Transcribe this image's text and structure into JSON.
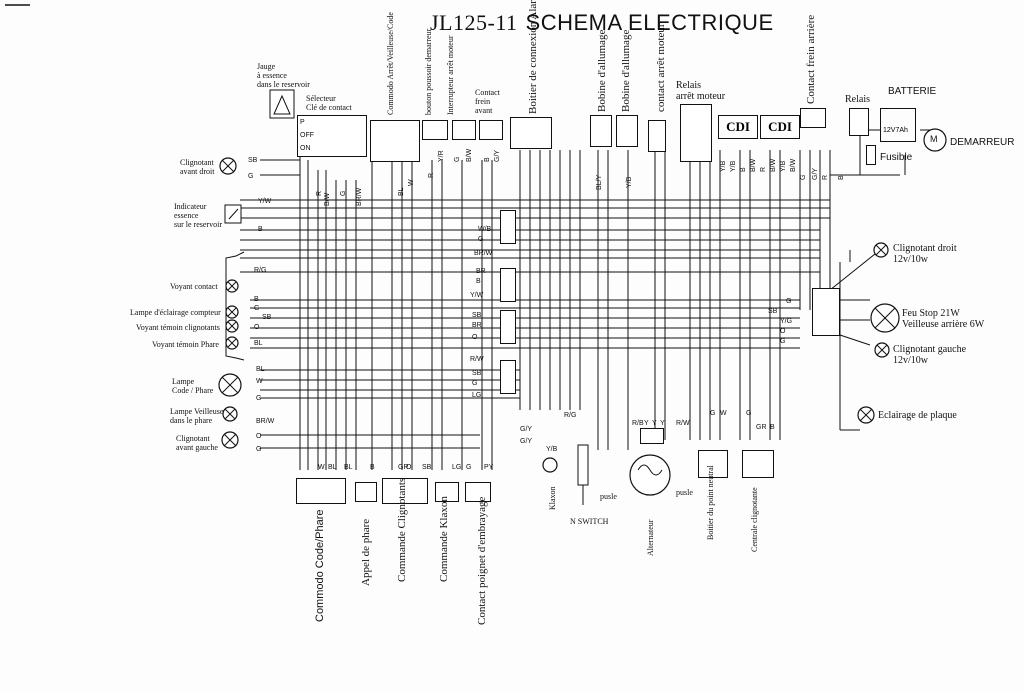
{
  "title": {
    "prefix": "JL125-11",
    "main": "SCHEMA ELECTRIQUE"
  },
  "top_labels": {
    "jauge": [
      "Jauge",
      "à essence",
      "dans le reservoir"
    ],
    "selecteur": [
      "Sélecteur",
      "Clé de contact"
    ],
    "commodo_arret": "Commodo Arrêt/Veilleuse/Code",
    "bouton_poussoir": "bouton poussoir demarreur",
    "interrupteur": "Interrupteur arrêt moteur",
    "contact_frein_avant": [
      "Contact",
      "frein",
      "avant"
    ],
    "boitier_connexion": "Boitier de connexion Alarme",
    "bobine1": "Bobine d'allumage",
    "bobine2": "Bobine d'allumage",
    "contact_arret_moteur": "contact arrêt moteur",
    "relais_arret": [
      "Relais",
      "arrêt moteur"
    ],
    "contact_frein_arriere": "Contact frein arrière",
    "relais": "Relais",
    "batterie": "BATTERIE",
    "demarreur": "DEMARREUR",
    "fusible": "Fusible",
    "cdi1": "CDI",
    "cdi2": "CDI",
    "batt_value": "12V7Ah",
    "selector_rows": [
      "P",
      "OFF",
      "ON"
    ],
    "motor_letter": "M"
  },
  "left_labels": {
    "clignotant_avant_droit": [
      "Clignotant",
      "avant droit"
    ],
    "indicateur_essence": [
      "Indicateur",
      "essence",
      "sur le reservoir"
    ],
    "voyant_contact": "Voyant contact",
    "lampe_compteur": "Lampe d'éclairage compteur",
    "voyant_clignotants": "Voyant témoin clignotants",
    "voyant_phare": "Voyant témoin Phare",
    "lampe_code_phare": [
      "Lampe",
      "Code / Phare"
    ],
    "lampe_veilleuse": [
      "Lampe Veilleuse",
      "dans le phare"
    ],
    "clignotant_avant_gauche": [
      "Clignotant",
      "avant gauche"
    ]
  },
  "right_labels": {
    "clignotant_droit": [
      "Clignotant droit",
      "12v/10w"
    ],
    "feu_stop": [
      "Feu Stop 21W",
      "Veilleuse arrière 6W"
    ],
    "clignotant_gauche": [
      "Clignotant gauche",
      "12v/10w"
    ],
    "eclairage_plaque": "Eclairage de plaque"
  },
  "bottom_labels": {
    "commodo_code_phare": "Commodo Code/Phare",
    "appel_phare": "Appel de phare",
    "commande_clignotants": "Commande Clignotants",
    "commande_klaxon": "Commande Klaxon",
    "contact_poignet": "Contact poignet d'embrayage",
    "klaxon": "Klaxon",
    "n_switch": "N SWITCH",
    "pusle1": "pusle",
    "pusle2": "pusle",
    "alternateur": "Alternateur",
    "boitier_point_neutral": "Boitier du point neutral",
    "centrale_clignotante": "Centrale clignotante"
  },
  "wire_tags": {
    "left": [
      "SB",
      "G",
      "Y/W",
      "B",
      "R/G",
      "B",
      "G",
      "SB",
      "O",
      "BL",
      "BL",
      "W",
      "G",
      "BR/W",
      "O",
      "G"
    ],
    "center_left": [
      "W/B",
      "G",
      "BR/W",
      "BR",
      "B",
      "Y/W",
      "SB",
      "BR",
      "O",
      "R/W",
      "SB",
      "G",
      "LG",
      "R/G",
      "G/Y",
      "G/Y"
    ],
    "right": [
      "G",
      "SB",
      "Y/G",
      "O",
      "G"
    ],
    "top_left": [
      "R",
      "B/W",
      "G",
      "BR/W",
      "BL",
      "W",
      "R",
      "Y/R",
      "G",
      "B/W",
      "B",
      "G/Y"
    ],
    "top_right": [
      "BL/Y",
      "Y/B",
      "Y/B",
      "Y/B",
      "B",
      "B/W",
      "R",
      "B/W",
      "Y/B",
      "B/W",
      "G",
      "G/Y",
      "R",
      "B"
    ],
    "bottom": [
      "W",
      "BL",
      "BL",
      "B",
      "GR",
      "O",
      "SB",
      "LG",
      "G",
      "PY",
      "Y/B",
      "R/B",
      "Y",
      "Y",
      "Y",
      "R/W",
      "G",
      "W",
      "G",
      "GR",
      "B"
    ]
  }
}
